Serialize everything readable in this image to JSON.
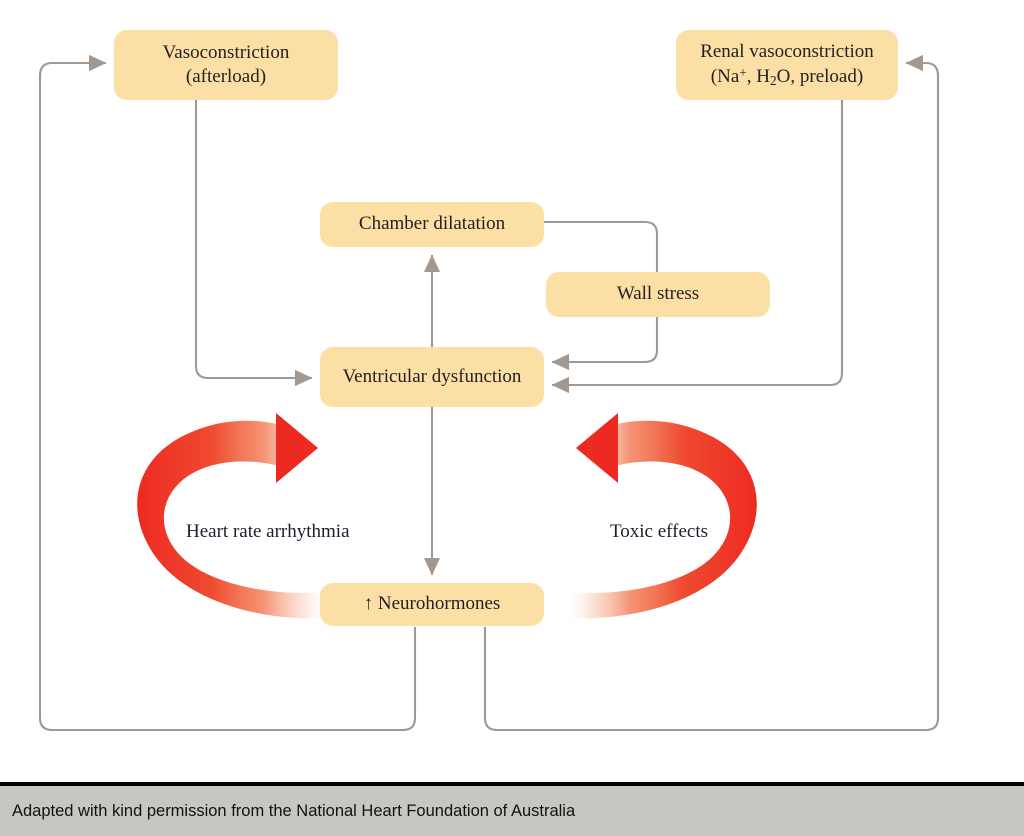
{
  "diagram": {
    "title": "Heart failure vicious cycle diagram",
    "colors": {
      "node_fill": "#fbdfa4",
      "connector": "#a39890",
      "cycle_arrow_red": "#ed2a22",
      "caption_bar": "#c7c7c2",
      "text": "#231f20",
      "background": "#ffffff"
    },
    "nodes": [
      {
        "id": "vasoconstriction",
        "label": "Vasoconstriction\n(afterload)"
      },
      {
        "id": "renal_vasoconstriction",
        "label_line1": "Renal vasoconstriction",
        "label_na": "Na",
        "label_na_sup": "+",
        "label_comma1": ", H",
        "label_h2o_sub": "2",
        "label_o": "O, preload)",
        "label_open_paren": "("
      },
      {
        "id": "chamber_dilatation",
        "label": "Chamber dilatation"
      },
      {
        "id": "wall_stress",
        "label": "Wall stress"
      },
      {
        "id": "ventricular_dysfunction",
        "label": "Ventricular dysfunction"
      },
      {
        "id": "neurohormones",
        "label": "↑ Neurohormones"
      }
    ],
    "cycle_labels": [
      {
        "id": "heart_rate_arrhythmia",
        "label": "Heart rate arrhythmia"
      },
      {
        "id": "toxic_effects",
        "label": "Toxic effects"
      }
    ],
    "caption": {
      "text": "Adapted with kind permission from the National Heart Foundation of Australia"
    }
  }
}
